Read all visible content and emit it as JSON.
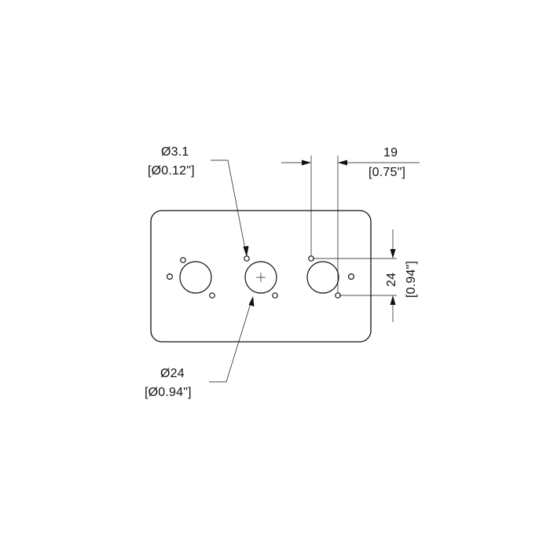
{
  "labels": {
    "small_hole_diameter_mm": "Ø3.1",
    "small_hole_diameter_in": "[Ø0.12\"]",
    "large_hole_diameter_mm": "Ø24",
    "large_hole_diameter_in": "[Ø0.94\"]",
    "horizontal_dimension_mm": "19",
    "horizontal_dimension_in": "[0.75\"]",
    "vertical_dimension_mm": "24",
    "vertical_dimension_in": "[0.94\"]"
  },
  "colors": {
    "line": "#111111",
    "background": "#ffffff"
  }
}
